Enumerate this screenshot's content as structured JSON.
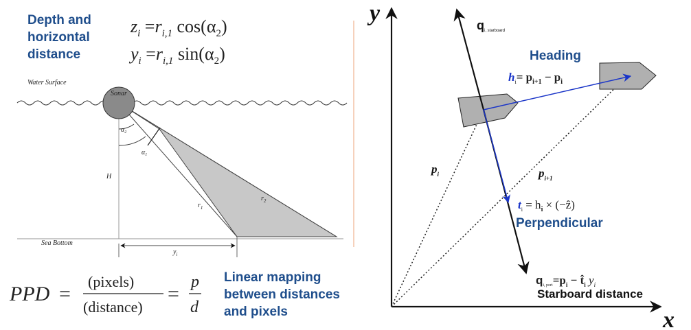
{
  "left_panel": {
    "title_lines": [
      "Depth and",
      "horizontal",
      "distance"
    ],
    "eq_z": {
      "lhs": "z",
      "lhs_sub": "i",
      "rhs_r": "r",
      "rhs_sub": "i,1",
      "func": "cos(α",
      "func_sub": "2",
      "close": ")"
    },
    "eq_y": {
      "lhs": "y",
      "lhs_sub": "i",
      "rhs_r": "r",
      "rhs_sub": "i,1",
      "func": "sin(α",
      "func_sub": "2",
      "close": ")"
    },
    "water_surface": "Water Surface",
    "sonar": "Sonar",
    "sea_bottom": "Sea Bottom",
    "alpha2": "α",
    "alpha2_sub": "2",
    "alpha1": "α",
    "alpha1_sub": "1",
    "H": "H",
    "r1": "r",
    "r1_sub": "1",
    "r2": "r",
    "r2_sub": "2",
    "yi": "y",
    "yi_sub": "i",
    "ppd_lhs": "PPD",
    "ppd_num": "(pixels)",
    "ppd_den": "(distance)",
    "ppd_p": "p",
    "ppd_d": "d",
    "mapping_lines": [
      "Linear mapping",
      "between distances",
      "and pixels"
    ],
    "colors": {
      "blue_label": "#1f4e8c",
      "beam": "#c8c8c8",
      "sonar": "#8a8a8a"
    }
  },
  "right_panel": {
    "axis_x": "x",
    "axis_y": "y",
    "q_starboard": "q",
    "q_starboard_sub": "i, starboard",
    "heading": "Heading",
    "h_eq_h": "h",
    "h_eq_sub": "i",
    "h_eq_rhs": "= p",
    "h_eq_rhs_sub1": "i+1",
    "h_eq_minus": " − p",
    "h_eq_rhs_sub2": "i",
    "p_i": "p",
    "p_i_sub": "i",
    "p_i1": "p",
    "p_i1_sub": "i+1",
    "t_eq_t": "t",
    "t_eq_sub": "i",
    "t_eq_rhs": " = h",
    "t_eq_rhs_sub": "i",
    "t_eq_rest": " × (−ẑ)",
    "perpendicular": "Perpendicular",
    "q_port": "q",
    "q_port_sub": "i, port",
    "q_port_eq": "=p",
    "q_port_eq_sub": "i",
    "q_port_minus": " − t̂",
    "q_port_t_sub": "i",
    "q_port_y": " y",
    "q_port_y_sub": "i",
    "starboard_distance": "Starboard distance",
    "colors": {
      "heading_vec": "#1a35c8",
      "boat": "#b0b0b0"
    }
  }
}
